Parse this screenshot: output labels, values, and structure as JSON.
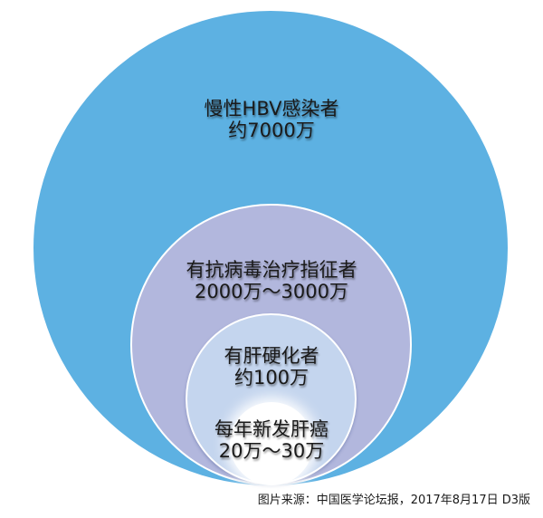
{
  "diagram": {
    "type": "nested-circles",
    "colors": {
      "outer": "#5db1e2",
      "second": "#b2b7dd",
      "third": "#c4d5ee",
      "inner": "#ffffff",
      "text": "#1a1a1a"
    },
    "levels": [
      {
        "title": "慢性HBV感染者",
        "value": "约7000万"
      },
      {
        "title": "有抗病毒治疗指征者",
        "value": "2000万～3000万"
      },
      {
        "title": "有肝硬化者",
        "value": "约100万"
      },
      {
        "title": "每年新发肝癌",
        "value": "20万～30万"
      }
    ]
  },
  "source": "图片来源：中国医学论坛报，2017年8月17日 D3版"
}
